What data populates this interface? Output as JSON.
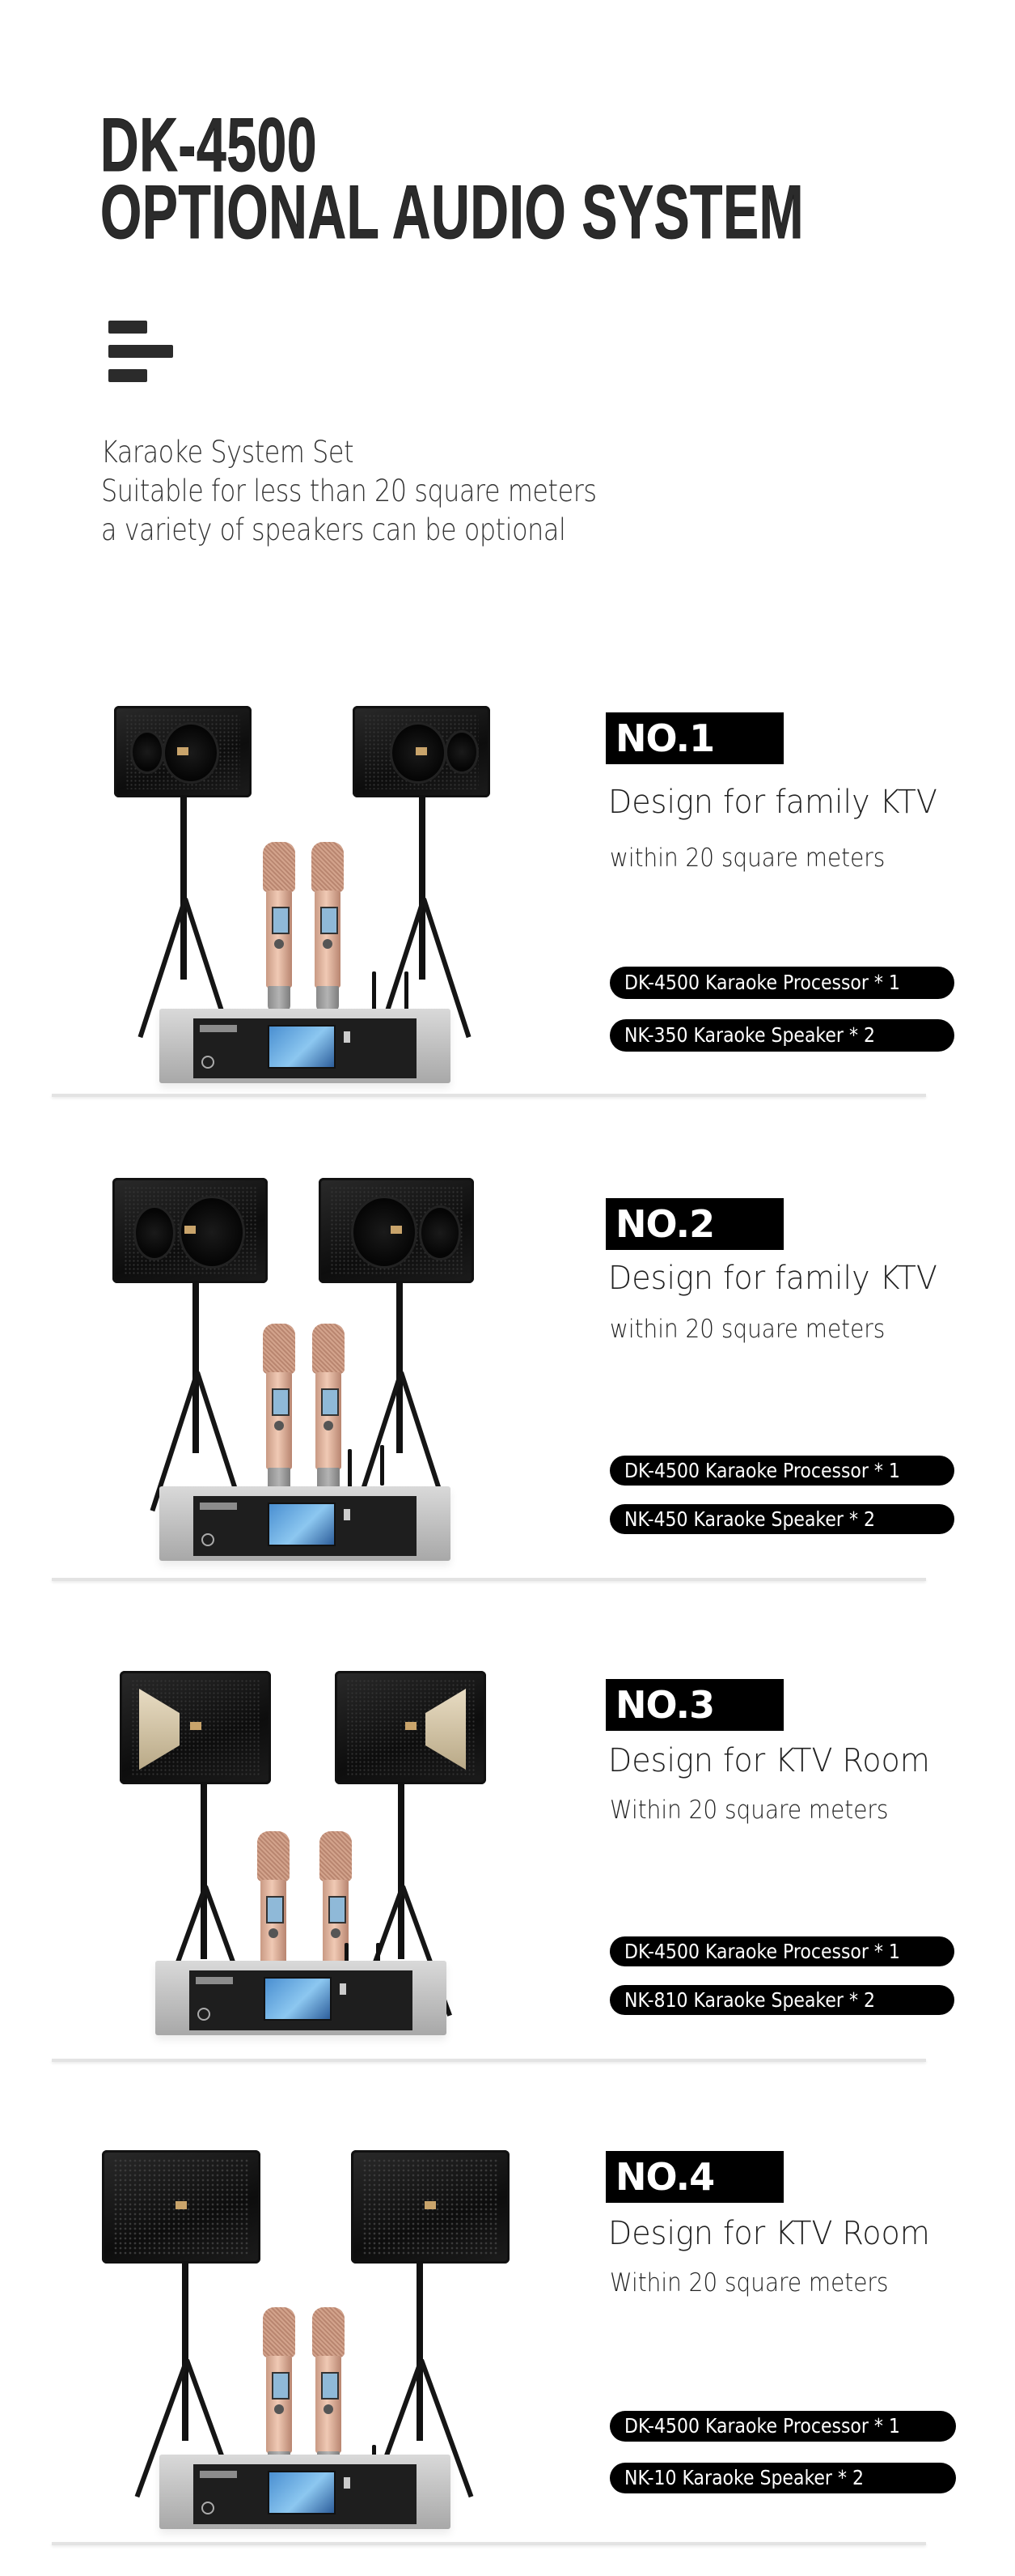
{
  "header": {
    "title_line1": "DK-4500",
    "title_line2": "OPTIONAL AUDIO SYSTEM",
    "menu_icon": "menu-bars-icon",
    "intro": [
      "Karaoke System Set",
      "Suitable for less than 20 square meters",
      "a variety of speakers can be optional"
    ]
  },
  "packages": [
    {
      "badge": "NO.1",
      "heading": "Design for family KTV",
      "subheading": "within 20 square meters",
      "items": [
        "DK-4500 Karaoke Processor * 1",
        "NK-350 Karaoke Speaker * 2"
      ],
      "image_alt": "DK-4500 processor with two wireless microphones and NK-350 speakers on tripod stands"
    },
    {
      "badge": "NO.2",
      "heading": "Design for family KTV",
      "subheading": "within 20 square meters",
      "items": [
        "DK-4500 Karaoke Processor * 1",
        "NK-450 Karaoke Speaker * 2"
      ],
      "image_alt": "DK-4500 processor with two wireless microphones and NK-450 speakers on tripod stands"
    },
    {
      "badge": "NO.3",
      "heading": "Design for KTV Room",
      "subheading": "Within 20 square meters",
      "items": [
        "DK-4500 Karaoke Processor * 1",
        "NK-810 Karaoke Speaker * 2"
      ],
      "image_alt": "DK-4500 processor with two wireless microphones and NK-810 speakers on tripod stands"
    },
    {
      "badge": "NO.4",
      "heading": "Design for KTV Room",
      "subheading": "Within 20 square meters",
      "items": [
        "DK-4500 Karaoke Processor * 1",
        "NK-10 Karaoke Speaker * 2"
      ],
      "image_alt": "DK-4500 processor with two wireless microphones and NK-10 speakers on tripod stands"
    }
  ],
  "colors": {
    "text_dark": "#2b2b2b",
    "badge_bg": "#000000",
    "badge_text": "#ffffff",
    "divider": "#e3e3e3",
    "mic_rose_gold": "#d9a88f"
  }
}
